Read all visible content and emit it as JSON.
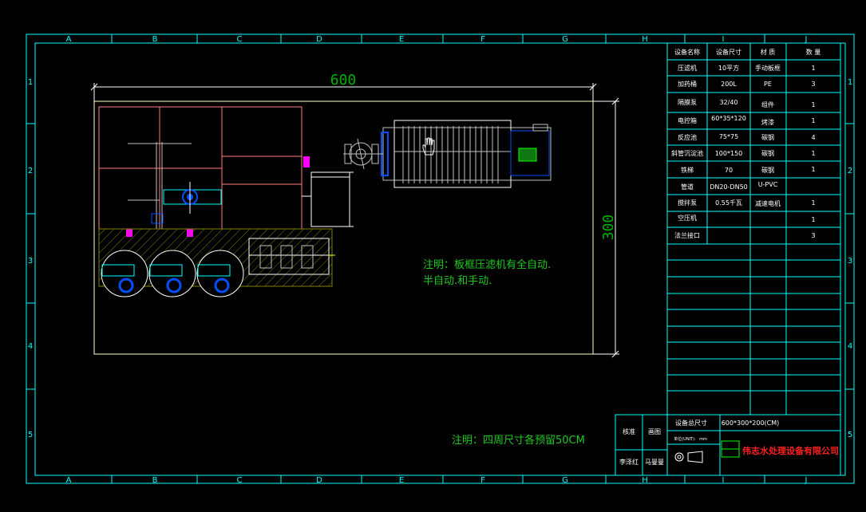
{
  "colors": {
    "background": "#000000",
    "frame": "#00ffff",
    "equipment": "#ff8080",
    "white": "#ffffff",
    "hatch": "#808000",
    "green": "#00ff00",
    "note": "#21c821",
    "blue": "#0050ff",
    "magenta": "#ff00ff",
    "logo_text": "#ff2020",
    "dimension": "#00b000"
  },
  "frame": {
    "columns": [
      "A",
      "B",
      "C",
      "D",
      "E",
      "F",
      "G",
      "H",
      "I",
      "J"
    ],
    "rows": [
      "1",
      "2",
      "3",
      "4",
      "5"
    ]
  },
  "dimensions": {
    "width": "600",
    "height": "300"
  },
  "notes": {
    "note1_line1": "注明：板框压滤机有全自动.",
    "note1_line2": "半自动.和手动.",
    "note2": "注明：四周尺寸各预留50CM"
  },
  "table": {
    "headers": [
      "设备名称",
      "设备尺寸",
      "材 质",
      "数 量"
    ],
    "rows": [
      [
        "压滤机",
        "10平方",
        "手动板框",
        "1"
      ],
      [
        "加药桶",
        "200L",
        "PE",
        "3"
      ],
      [
        "隔膜泵",
        "32/40",
        "组件",
        "1"
      ],
      [
        "电控箱",
        "60*35*120",
        "烤漆",
        "1"
      ],
      [
        "反应池",
        "75*75",
        "碳钢",
        "4"
      ],
      [
        "斜管沉淀池",
        "100*150",
        "碳钢",
        "1"
      ],
      [
        "铁梯",
        "70",
        "碳钢",
        "1"
      ],
      [
        "管道",
        "DN20-DN50",
        "U-PVC",
        ""
      ],
      [
        "搅拌泵",
        "0.55千瓦",
        "减速电机",
        "1"
      ],
      [
        "空压机",
        "",
        "",
        "1"
      ],
      [
        "法兰接口",
        "",
        "",
        "3"
      ]
    ]
  },
  "title_block": {
    "check_label": "核准",
    "drawing_label": "画图",
    "person1": "李泽红",
    "person2": "马曼曼",
    "total_size_label": "设备总尺寸",
    "total_size_value": "600*300*200(CM)",
    "unit_label": "单位(UNIT):",
    "unit_value": "mm",
    "company": "伟志水处理设备有限公司"
  },
  "icons": {
    "cursor": "hand-cursor-icon",
    "logo": "company-logo-icon",
    "projection_symbol": "projection-symbol-icon"
  }
}
